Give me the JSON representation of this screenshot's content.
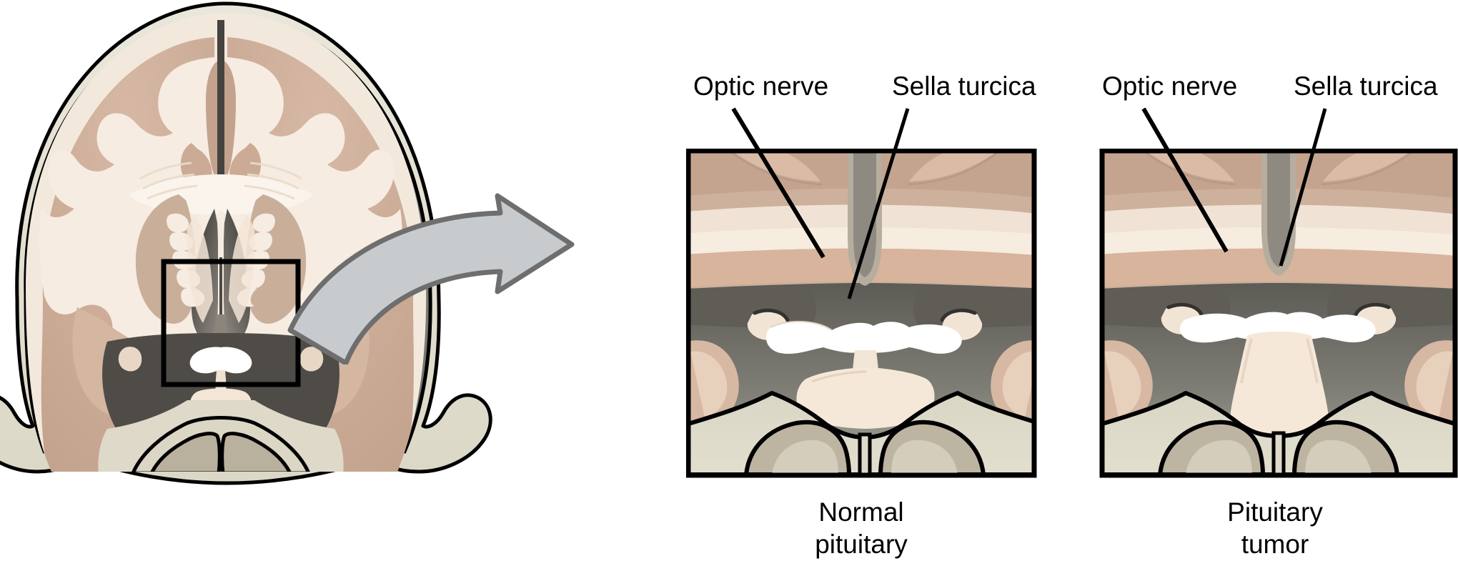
{
  "figure": {
    "type": "medical-illustration",
    "subject": "Coronal section of the brain with detail views of the pituitary region"
  },
  "brain_panel": {
    "name": "coronal-brain-section",
    "inset_box_label": "pituitary-region-inset"
  },
  "arrow": {
    "name": "magnification-arrow",
    "direction": "right",
    "fill": "#c8cbcd",
    "stroke": "#6e6e6e"
  },
  "panels": [
    {
      "id": "normal",
      "caption_line1": "Normal",
      "caption_line2": "pituitary",
      "labels": [
        {
          "id": "optic-nerve",
          "text": "Optic nerve"
        },
        {
          "id": "sella-turcica",
          "text": "Sella turcica"
        }
      ]
    },
    {
      "id": "tumor",
      "caption_line1": "Pituitary",
      "caption_line2": "tumor",
      "labels": [
        {
          "id": "optic-nerve",
          "text": "Optic nerve"
        },
        {
          "id": "sella-turcica",
          "text": "Sella turcica"
        }
      ]
    }
  ],
  "colors": {
    "background": "#ffffff",
    "outline": "#000000",
    "skull_bone": "#dedbcb",
    "skull_bone_light": "#e8e6da",
    "dura_gray": "#8c8d85",
    "csf_dark": "#4a4a46",
    "gray_matter": "#cbab96",
    "gray_matter_light": "#d8bda9",
    "white_matter": "#f2e6da",
    "white_matter_pale": "#f7efe6",
    "basal_ganglia": "#c6ab96",
    "ventricle_dark": "#55514c",
    "cistern_gray": "#7c7d76",
    "pituitary": "#f4e6d6",
    "optic_chiasm": "#ffffff",
    "sinus_fill": "#ded9c9",
    "sinus_inner": "#b7ae9c",
    "brainstem": "#b9a08c",
    "nasal_tissue": "#d4ab92"
  }
}
